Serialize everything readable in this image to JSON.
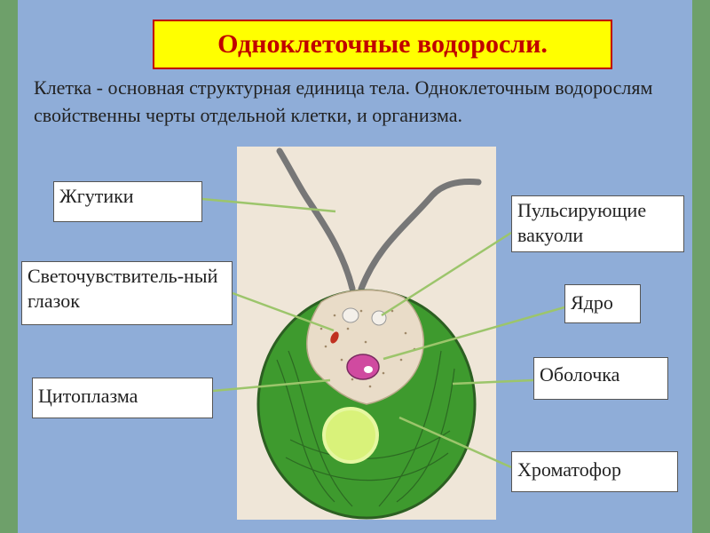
{
  "title": "Одноклеточные водоросли.",
  "intro": "Клетка - основная структурная единица тела. Одноклеточным водорослям свойственны черты отдельной клетки, и организма.",
  "labels": {
    "flagella": "Жгутики",
    "eyespot": "Светочувствитель-ный глазок",
    "cytoplasm": "Цитоплазма",
    "vacuoles": "Пульсирующие вакуоли",
    "nucleus": "Ядро",
    "membrane": "Оболочка",
    "chromatophore": "Хроматофор"
  },
  "colors": {
    "title_bg": "#ffff00",
    "title_text": "#c00000",
    "background": "#8fadd8",
    "cell_green": "#3e9a2e",
    "pointer_line": "#9cc56b"
  }
}
